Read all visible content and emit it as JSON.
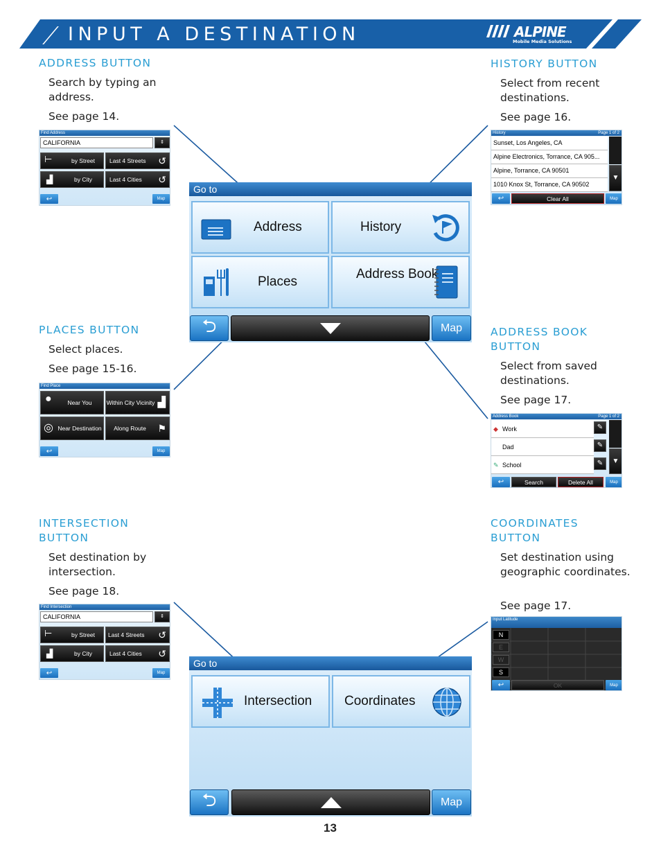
{
  "header": {
    "title": "INPUT A DESTINATION",
    "logo_word": "ALPINE",
    "logo_sub": "Mobile Media Solutions"
  },
  "sections": {
    "address": {
      "title": "ADDRESS BUTTON",
      "desc": "Search by typing an address.",
      "page": "See page 14."
    },
    "history": {
      "title": "HISTORY BUTTON",
      "desc": "Select from recent destinations.",
      "page": "See page 16."
    },
    "places": {
      "title": "PLACES BUTTON",
      "desc": "Select places.",
      "page": "See page 15-16."
    },
    "address_book": {
      "title": "ADDRESS BOOK BUTTON",
      "desc": "Select from saved destinations.",
      "page": "See page 17."
    },
    "intersection": {
      "title": "INTERSECTION BUTTON",
      "desc": "Set destination by intersection.",
      "page": "See page 18."
    },
    "coordinates": {
      "title": "COORDINATES BUTTON",
      "desc": "Set destination using geographic coordinates.",
      "page": "See page 17."
    }
  },
  "find_address": {
    "title": "Find Address",
    "value": "CALIFORNIA",
    "by_street": "by Street",
    "last_streets": "Last 4 Streets",
    "by_city": "by City",
    "last_cities": "Last 4 Cities",
    "map": "Map"
  },
  "find_intersection": {
    "title": "Find Intersection",
    "value": "CALIFORNIA",
    "by_street": "by Street",
    "last_streets": "Last 4 Streets",
    "by_city": "by City",
    "last_cities": "Last 4 Cities",
    "map": "Map"
  },
  "history_screen": {
    "title": "History",
    "page": "Page 1 of 2",
    "rows": [
      "Sunset, Los Angeles, CA",
      "Alpine Electronics, Torrance, CA 905...",
      "Alpine, Torrance, CA 90501",
      "1010 Knox St, Torrance, CA 90502"
    ],
    "clear_all": "Clear All",
    "map": "Map"
  },
  "find_place": {
    "title": "Find Place",
    "near_you": "Near You",
    "within_city": "Within City Vicinity",
    "near_destination": "Near Destination",
    "along_route": "Along Route",
    "map": "Map"
  },
  "address_book_screen": {
    "title": "Address Book",
    "page": "Page 1 of 2",
    "rows": [
      "Work",
      "Dad",
      "School"
    ],
    "search": "Search",
    "delete_all": "Delete All",
    "map": "Map"
  },
  "latitude_screen": {
    "title": "Input Latitude",
    "keys_left": [
      "N",
      "E",
      "W",
      "S"
    ],
    "ok": "OK",
    "map": "Map"
  },
  "goto1": {
    "title": "Go to",
    "address": "Address",
    "history": "History",
    "places": "Places",
    "address_book": "Address Book",
    "map": "Map"
  },
  "goto2": {
    "title": "Go to",
    "intersection": "Intersection",
    "coordinates": "Coordinates",
    "map": "Map"
  },
  "page_number": "13"
}
